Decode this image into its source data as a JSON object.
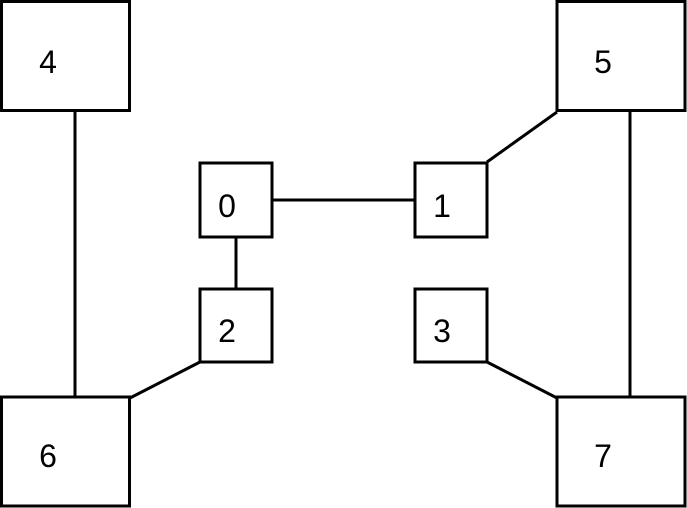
{
  "diagram": {
    "nodes": [
      {
        "id": "0",
        "label": "0"
      },
      {
        "id": "1",
        "label": "1"
      },
      {
        "id": "2",
        "label": "2"
      },
      {
        "id": "3",
        "label": "3"
      },
      {
        "id": "4",
        "label": "4"
      },
      {
        "id": "5",
        "label": "5"
      },
      {
        "id": "6",
        "label": "6"
      },
      {
        "id": "7",
        "label": "7"
      }
    ],
    "edges": [
      {
        "from": "0",
        "to": "1"
      },
      {
        "from": "0",
        "to": "2"
      },
      {
        "from": "1",
        "to": "5"
      },
      {
        "from": "4",
        "to": "6"
      },
      {
        "from": "5",
        "to": "7"
      },
      {
        "from": "2",
        "to": "6"
      },
      {
        "from": "3",
        "to": "7"
      }
    ],
    "colors": {
      "stroke": "#000000",
      "fill": "#ffffff"
    }
  }
}
